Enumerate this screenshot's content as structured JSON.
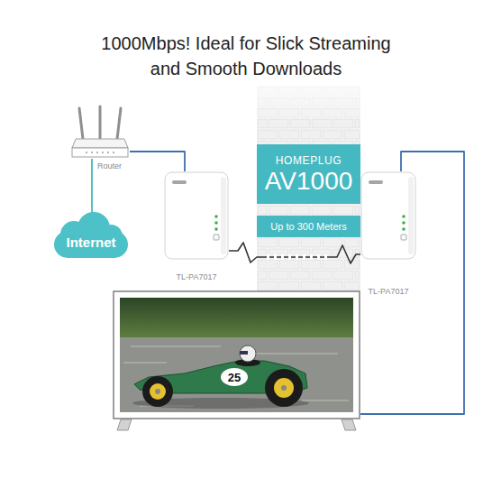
{
  "diagram": {
    "title": "1000Mbps! Ideal for Slick Streaming and Smooth Downloads",
    "nodes": [
      {
        "text": [
          "Router"
        ]
      },
      {
        "text": [
          "Internet"
        ]
      },
      {
        "text": [
          "TL-PA7017"
        ]
      },
      {
        "text": [
          "HOMEPLUG",
          "AV1000"
        ]
      },
      {
        "text": [
          "Up to 300 Meters"
        ]
      },
      {
        "text": [
          "TL-PA7017"
        ]
      },
      {
        "text": [
          "25"
        ]
      }
    ],
    "edges": [
      {
        "from": 0,
        "to": 1,
        "arrow": "none"
      },
      {
        "from": 0,
        "to": 2,
        "arrow": "none"
      },
      {
        "from": 2,
        "to": 5,
        "arrow": "none"
      },
      {
        "from": 5,
        "to": 6,
        "arrow": "none"
      }
    ]
  }
}
